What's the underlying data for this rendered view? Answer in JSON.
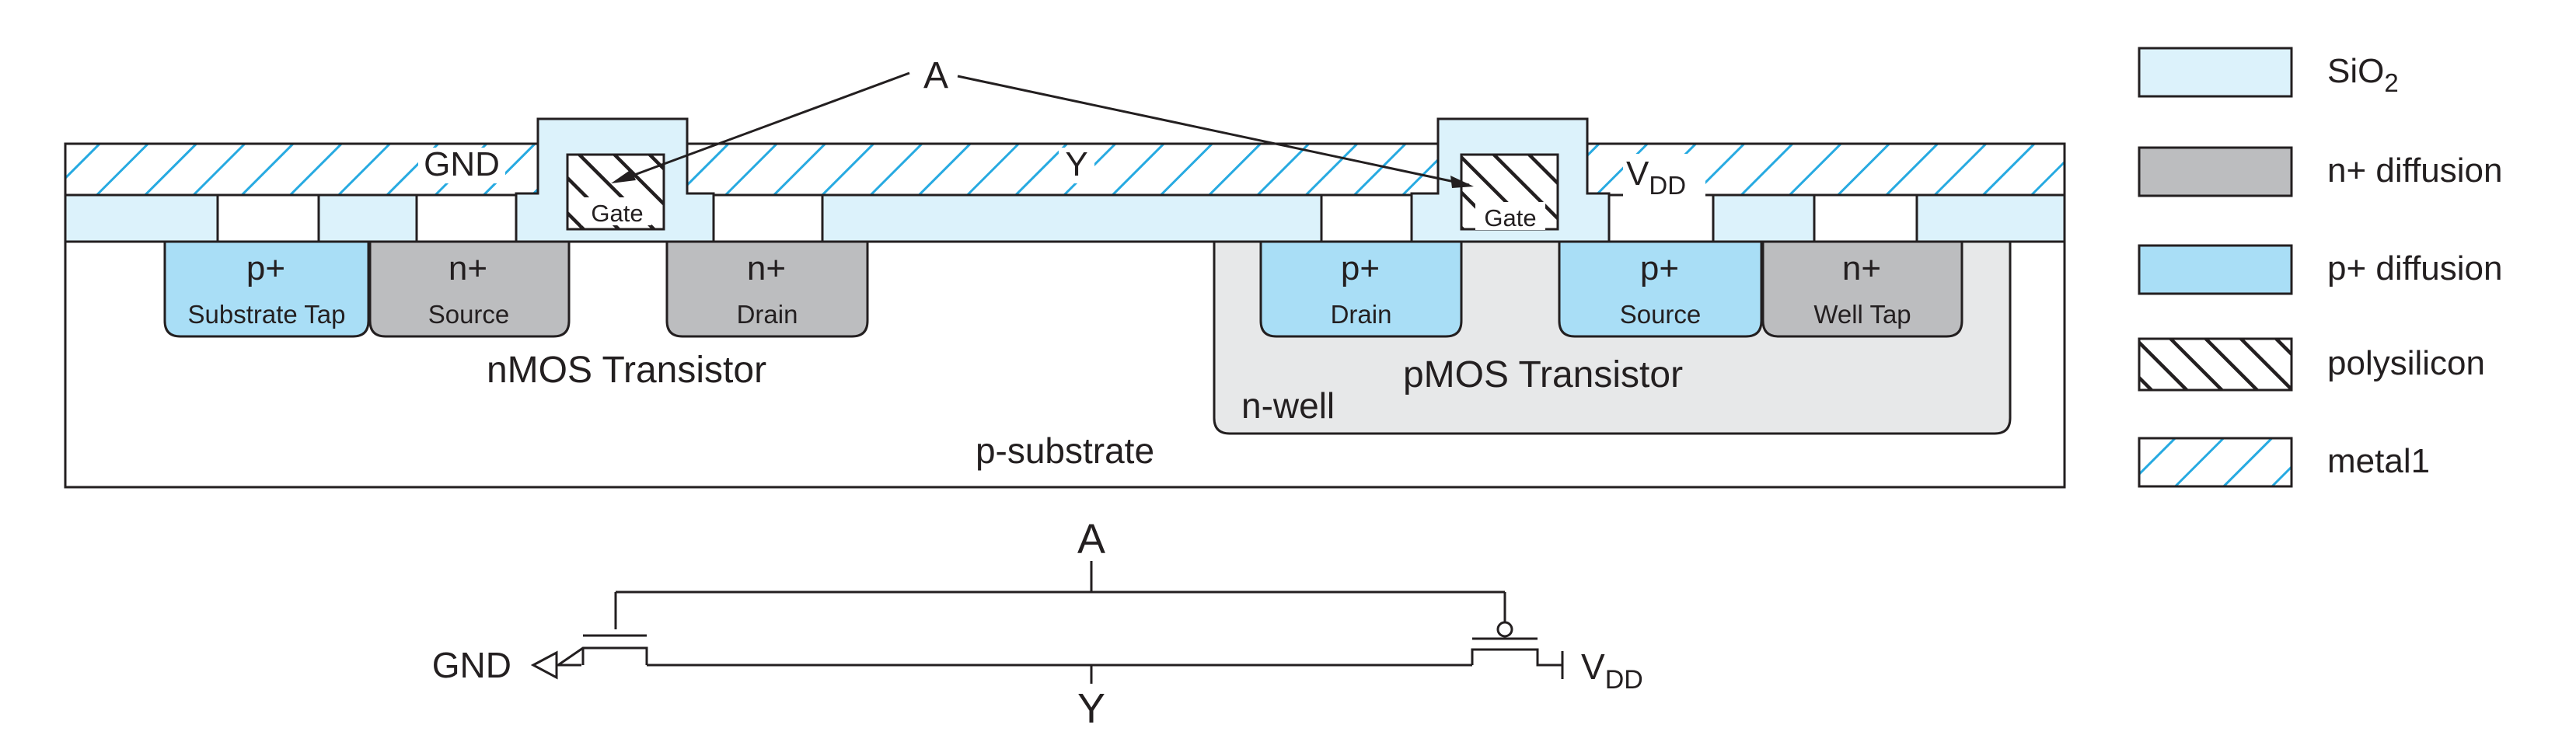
{
  "cross_section": {
    "input_label": "A",
    "output_label": "Y",
    "gnd_label": "GND",
    "vdd_label_main": "V",
    "vdd_label_sub": "DD",
    "substrate_label": "p-substrate",
    "nwell_label": "n-well",
    "nmos_label": "nMOS Transistor",
    "pmos_label": "pMOS Transistor",
    "gate_label": "Gate",
    "regions": [
      {
        "type": "p+",
        "name": "Substrate Tap"
      },
      {
        "type": "n+",
        "name": "Source"
      },
      {
        "type": "n+",
        "name": "Drain"
      },
      {
        "type": "p+",
        "name": "Drain"
      },
      {
        "type": "p+",
        "name": "Source"
      },
      {
        "type": "n+",
        "name": "Well Tap"
      }
    ]
  },
  "schematic": {
    "input_label": "A",
    "output_label": "Y",
    "gnd_label": "GND",
    "vdd_label_main": "V",
    "vdd_label_sub": "DD"
  },
  "legend": [
    {
      "label": "SiO",
      "sub": "2",
      "swatch": "sio2"
    },
    {
      "label": "n+ diffusion",
      "swatch": "ndiff"
    },
    {
      "label": "p+ diffusion",
      "swatch": "pdiff"
    },
    {
      "label": "polysilicon",
      "swatch": "poly"
    },
    {
      "label": "metal1",
      "swatch": "metal"
    }
  ],
  "colors": {
    "sio2": "#dcf2fb",
    "n_diffusion": "#bcbdbf",
    "p_diffusion": "#a9def6",
    "metal_hatch": "#27aae1",
    "n_well": "#e7e8e9",
    "outline": "#231f20"
  }
}
